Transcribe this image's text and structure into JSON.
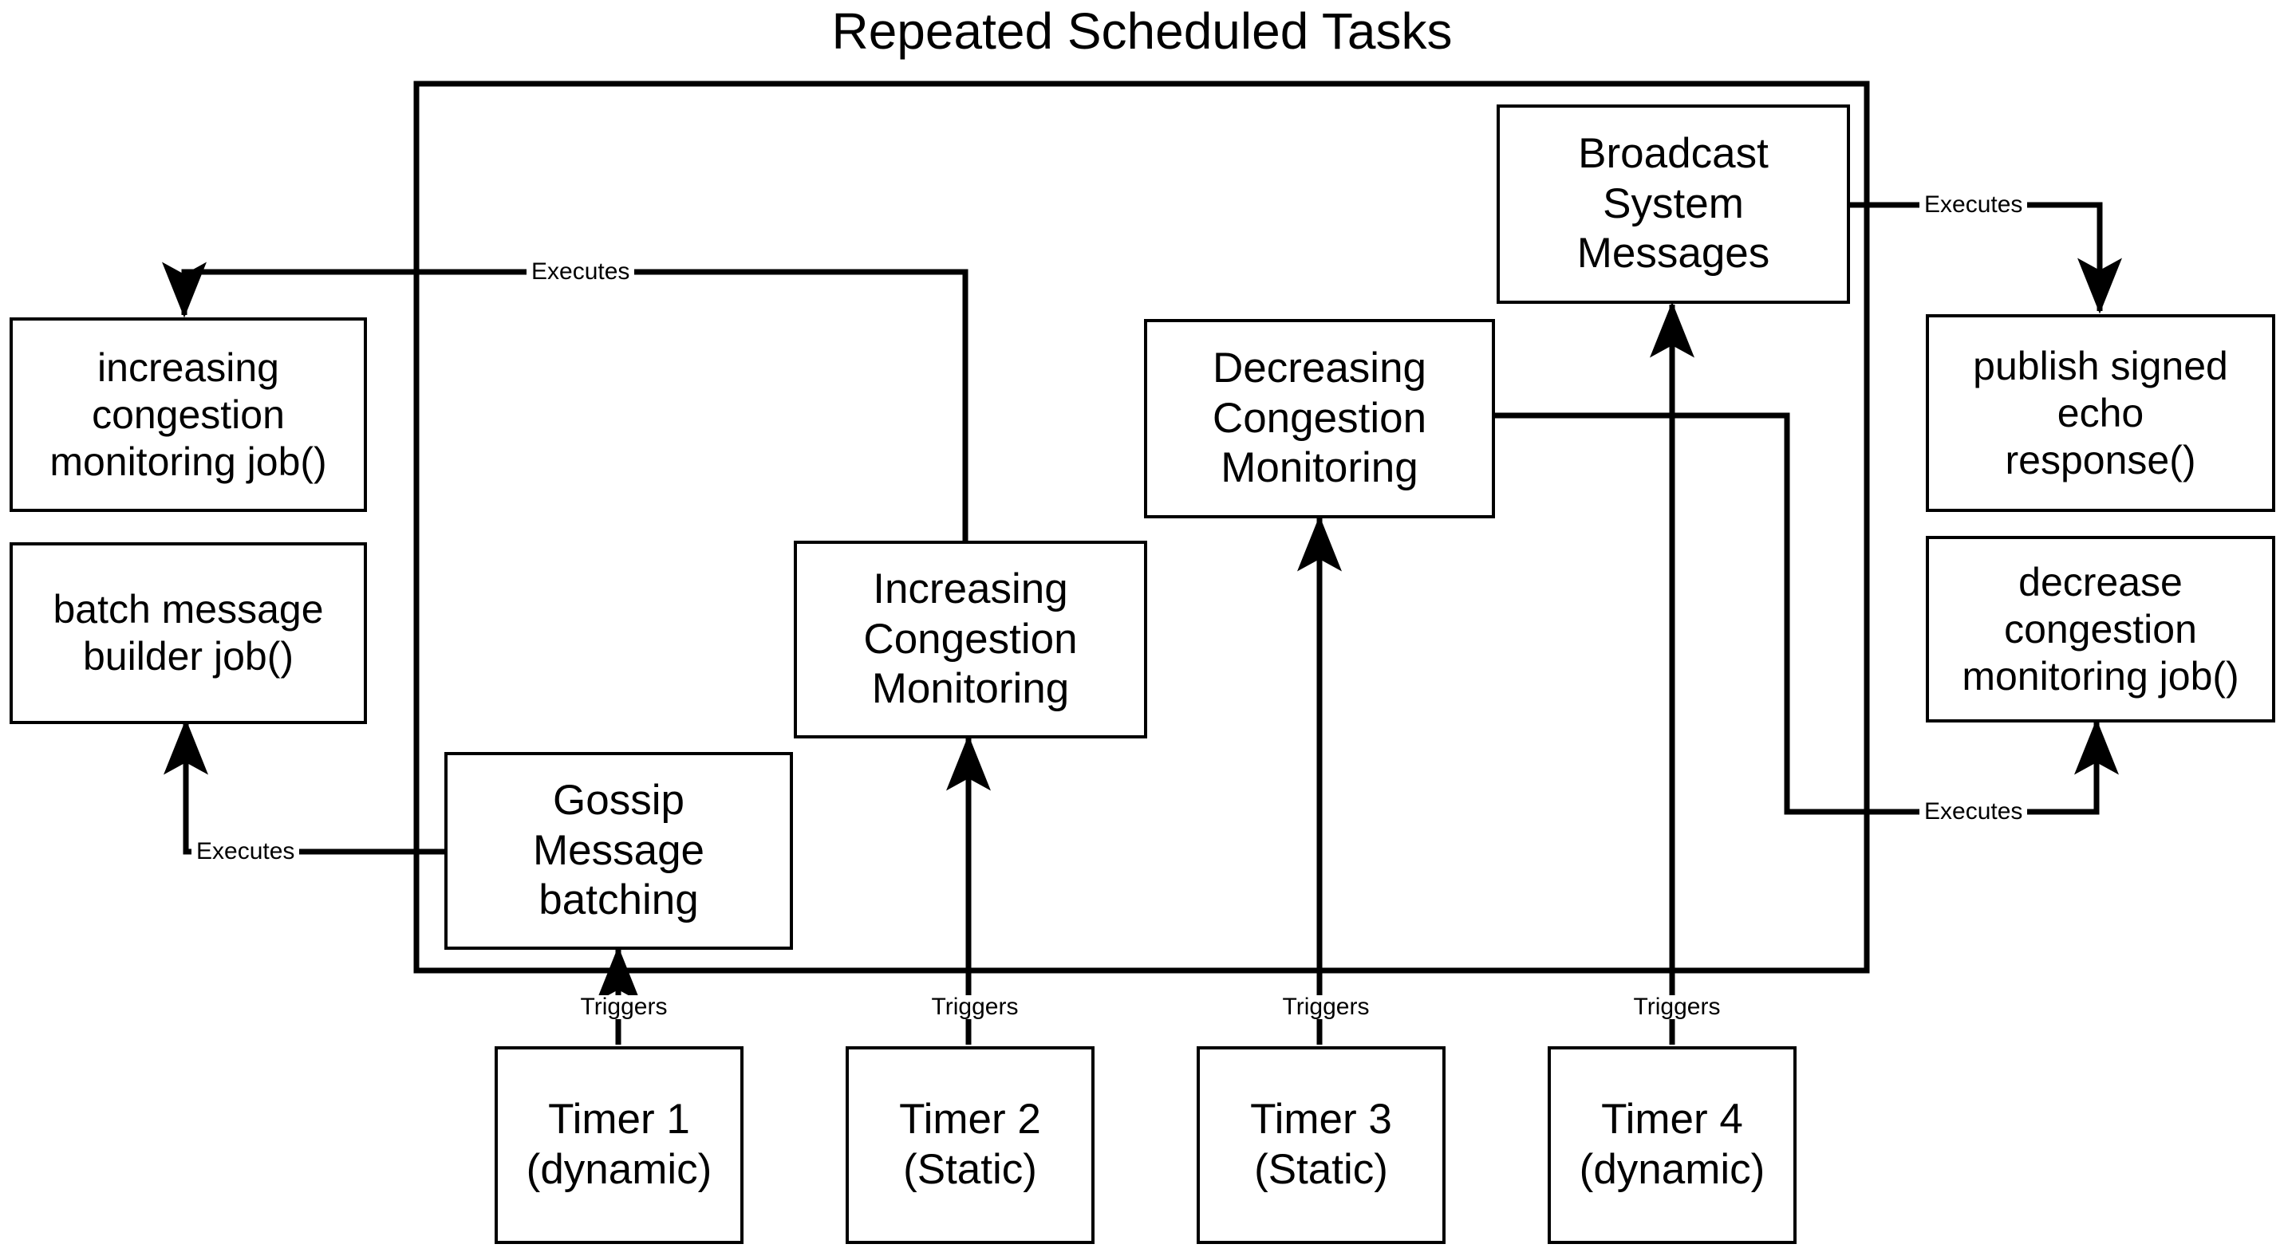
{
  "title": "Repeated Scheduled Tasks",
  "colors": {
    "stroke": "#000000",
    "background": "#ffffff",
    "text": "#000000"
  },
  "container": {
    "name": "repeated-scheduled-tasks-container"
  },
  "nodes": {
    "increasing_congestion_job": "increasing\ncongestion\nmonitoring job()",
    "batch_message_builder_job": "batch message\nbuilder job()",
    "gossip_message_batching": "Gossip\nMessage\nbatching",
    "increasing_congestion_monitoring": "Increasing\nCongestion\nMonitoring",
    "decreasing_congestion_monitoring": "Decreasing\nCongestion\nMonitoring",
    "broadcast_system_messages": "Broadcast\nSystem\nMessages",
    "publish_signed_echo_response": "publish signed\necho\nresponse()",
    "decrease_congestion_job": "decrease\ncongestion\nmonitoring job()"
  },
  "timers": [
    {
      "id": "timer-1",
      "label": "Timer 1\n(dynamic)"
    },
    {
      "id": "timer-2",
      "label": "Timer 2\n(Static)"
    },
    {
      "id": "timer-3",
      "label": "Timer 3\n(Static)"
    },
    {
      "id": "timer-4",
      "label": "Timer 4\n(dynamic)"
    }
  ],
  "edge_labels": {
    "executes_top_left": "Executes",
    "executes_left_bottom": "Executes",
    "executes_top_right": "Executes",
    "executes_bottom_right": "Executes",
    "triggers_1": "Triggers",
    "triggers_2": "Triggers",
    "triggers_3": "Triggers",
    "triggers_4": "Triggers"
  }
}
